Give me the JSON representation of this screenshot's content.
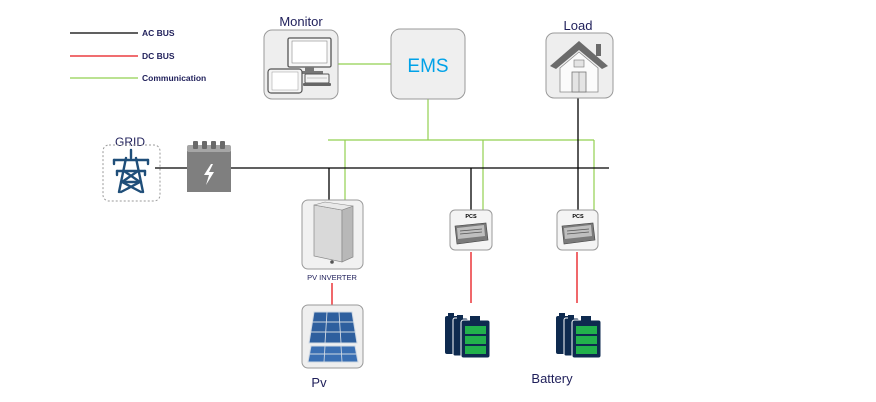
{
  "legend": {
    "ac_bus": "AC BUS",
    "dc_bus": "DC BUS",
    "communication": "Communication"
  },
  "labels": {
    "monitor": "Monitor",
    "ems": "EMS",
    "load": "Load",
    "grid": "GRID",
    "pv_inverter": "PV INVERTER",
    "pcs_1": "PCS",
    "pcs_2": "PCS",
    "pv": "Pv",
    "battery": "Battery"
  },
  "colors": {
    "ac_bus": "#000000",
    "dc_bus": "#e8161b",
    "communication": "#92d050",
    "ems_text": "#00a2e8",
    "grid_icon": "#1f4e79",
    "battery_fill": "#22b14c",
    "battery_body": "#0e2a4f"
  },
  "icons": {
    "monitor": "computer-monitor-icon",
    "load": "house-icon",
    "grid": "transmission-tower-icon",
    "meter": "electric-meter-icon",
    "inverter": "pv-inverter-icon",
    "pcs": "pcs-unit-icon",
    "pv": "solar-panel-icon",
    "battery": "battery-stack-icon"
  }
}
